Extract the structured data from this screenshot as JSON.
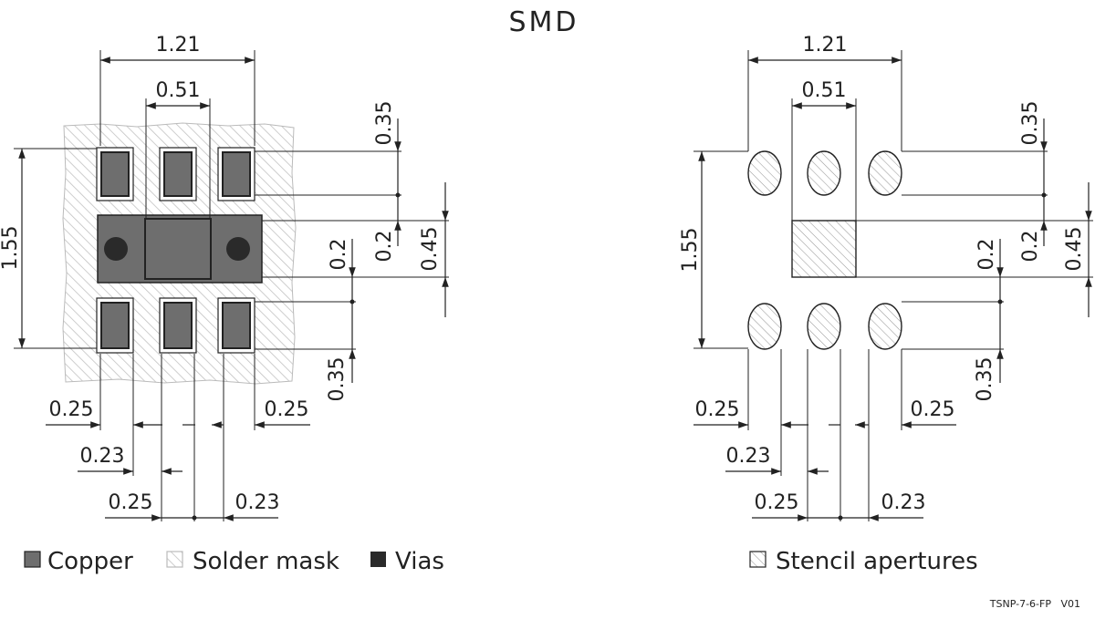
{
  "title": "SMD",
  "dimensions": {
    "width_outer": "1.21",
    "width_center": "0.51",
    "height_total": "1.55",
    "pad_height": "0.35",
    "gap": "0.2",
    "gap_2": "0.2",
    "center_height": "0.45",
    "pad_height_bottom": "0.35",
    "pad_width_left": "0.25",
    "pad_width_right": "0.25",
    "pad_spacing_left": "0.23",
    "pad_width_center": "0.25",
    "pad_spacing_right": "0.23"
  },
  "legend": {
    "copper": "Copper",
    "solder_mask": "Solder mask",
    "vias": "Vias",
    "stencil": "Stencil apertures"
  },
  "reference": "TSNP-7-6-FP   V01",
  "colors": {
    "copper": "#6e6e6e",
    "via": "#2a2a2a",
    "line": "#222222"
  }
}
